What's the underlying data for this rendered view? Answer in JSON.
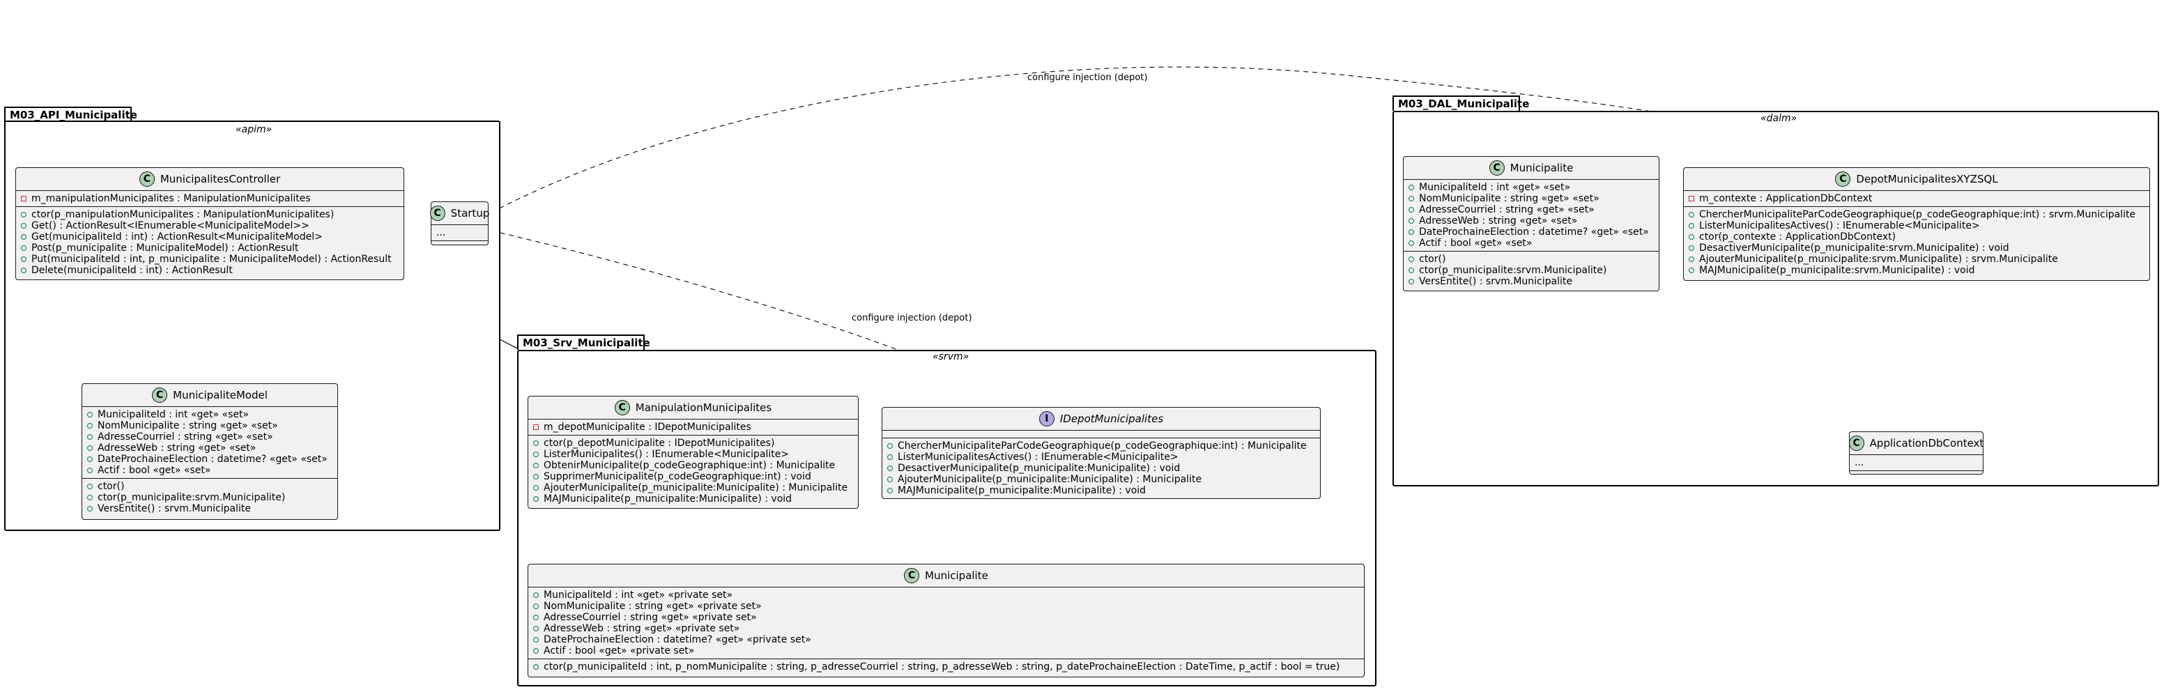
{
  "packages": {
    "api": {
      "name": "M03_API_Municipalite",
      "stereotype": "«apim»"
    },
    "srv": {
      "name": "M03_Srv_Municipalite",
      "stereotype": "«srvm»"
    },
    "dal": {
      "name": "M03_DAL_Municipalite",
      "stereotype": "«dalm»"
    }
  },
  "classes": {
    "municipalites_controller": {
      "name": "MunicipalitesController",
      "kind": "C",
      "fields": [
        {
          "vis": "private",
          "text": "m_manipulationMunicipalites : ManipulationMunicipalites"
        }
      ],
      "methods": [
        {
          "vis": "public",
          "text": "ctor(p_manipulationMunicipalites : ManipulationMunicipalites)"
        },
        {
          "vis": "public",
          "text": "Get() : ActionResult<IEnumerable<MunicipaliteModel>>"
        },
        {
          "vis": "public",
          "text": "Get(municipaliteId : int) : ActionResult<MunicipaliteModel>"
        },
        {
          "vis": "public",
          "text": "Post(p_municipalite : MunicipaliteModel) : ActionResult"
        },
        {
          "vis": "public",
          "text": "Put(municipaliteId : int, p_municipalite : MunicipaliteModel) : ActionResult"
        },
        {
          "vis": "public",
          "text": "Delete(municipaliteId : int) : ActionResult"
        }
      ]
    },
    "startup": {
      "name": "Startup",
      "kind": "C",
      "fields": [
        {
          "vis": "none",
          "text": "..."
        }
      ],
      "methods": []
    },
    "municipalite_model": {
      "name": "MunicipaliteModel",
      "kind": "C",
      "fields": [
        {
          "vis": "public",
          "text": "MunicipaliteId : int «get» «set»"
        },
        {
          "vis": "public",
          "text": "NomMunicipalite : string «get» «set»"
        },
        {
          "vis": "public",
          "text": "AdresseCourriel : string «get» «set»"
        },
        {
          "vis": "public",
          "text": "AdresseWeb : string «get» «set»"
        },
        {
          "vis": "public",
          "text": "DateProchaineElection : datetime? «get» «set»"
        },
        {
          "vis": "public",
          "text": "Actif : bool «get» «set»"
        }
      ],
      "methods": [
        {
          "vis": "public",
          "text": "ctor()"
        },
        {
          "vis": "public",
          "text": "ctor(p_municipalite:srvm.Municipalite)"
        },
        {
          "vis": "public",
          "text": "VersEntite() : srvm.Municipalite"
        }
      ]
    },
    "manipulation_municipalites": {
      "name": "ManipulationMunicipalites",
      "kind": "C",
      "fields": [
        {
          "vis": "private",
          "text": "m_depotMunicipalite : IDepotMunicipalites"
        }
      ],
      "methods": [
        {
          "vis": "public",
          "text": "ctor(p_depotMunicipalite : IDepotMunicipalites)"
        },
        {
          "vis": "public",
          "text": "ListerMunicipalites() : IEnumerable<Municipalite>"
        },
        {
          "vis": "public",
          "text": "ObtenirMunicipalite(p_codeGeographique:int) : Municipalite"
        },
        {
          "vis": "public",
          "text": "SupprimerMunicipalite(p_codeGeographique:int) : void"
        },
        {
          "vis": "public",
          "text": "AjouterMunicipalite(p_municipalite:Municipalite) : Municipalite"
        },
        {
          "vis": "public",
          "text": "MAJMunicipalite(p_municipalite:Municipalite) : void"
        }
      ]
    },
    "idepot_municipalites": {
      "name": "IDepotMunicipalites",
      "kind": "I",
      "fields": [],
      "methods": [
        {
          "vis": "public",
          "text": "ChercherMunicipaliteParCodeGeographique(p_codeGeographique:int) : Municipalite"
        },
        {
          "vis": "public",
          "text": "ListerMunicipalitesActives() : IEnumerable<Municipalite>"
        },
        {
          "vis": "public",
          "text": "DesactiverMunicipalite(p_municipalite:Municipalite) : void"
        },
        {
          "vis": "public",
          "text": "AjouterMunicipalite(p_municipalite:Municipalite) : Municipalite"
        },
        {
          "vis": "public",
          "text": "MAJMunicipalite(p_municipalite:Municipalite) : void"
        }
      ]
    },
    "srv_municipalite": {
      "name": "Municipalite",
      "kind": "C",
      "fields": [
        {
          "vis": "public",
          "text": "MunicipaliteId : int «get» «private set»"
        },
        {
          "vis": "public",
          "text": "NomMunicipalite : string «get» «private set»"
        },
        {
          "vis": "public",
          "text": "AdresseCourriel : string «get» «private set»"
        },
        {
          "vis": "public",
          "text": "AdresseWeb : string «get» «private set»"
        },
        {
          "vis": "public",
          "text": "DateProchaineElection : datetime? «get» «private set»"
        },
        {
          "vis": "public",
          "text": "Actif : bool «get» «private set»"
        }
      ],
      "methods": [
        {
          "vis": "public",
          "text": "ctor(p_municipaliteId : int, p_nomMunicipalite : string, p_adresseCourriel : string, p_adresseWeb : string, p_dateProchaineElection : DateTime, p_actif : bool = true)"
        }
      ]
    },
    "dal_municipalite": {
      "name": "Municipalite",
      "kind": "C",
      "fields": [
        {
          "vis": "public",
          "text": "MunicipaliteId : int «get» «set»"
        },
        {
          "vis": "public",
          "text": "NomMunicipalite : string «get» «set»"
        },
        {
          "vis": "public",
          "text": "AdresseCourriel : string «get» «set»"
        },
        {
          "vis": "public",
          "text": "AdresseWeb : string «get» «set»"
        },
        {
          "vis": "public",
          "text": "DateProchaineElection : datetime? «get» «set»"
        },
        {
          "vis": "public",
          "text": "Actif : bool «get» «set»"
        }
      ],
      "methods": [
        {
          "vis": "public",
          "text": "ctor()"
        },
        {
          "vis": "public",
          "text": "ctor(p_municipalite:srvm.Municipalite)"
        },
        {
          "vis": "public",
          "text": "VersEntite() : srvm.Municipalite"
        }
      ]
    },
    "depot_municipalites_xyzsql": {
      "name": "DepotMunicipalitesXYZSQL",
      "kind": "C",
      "fields": [
        {
          "vis": "private",
          "text": "m_contexte : ApplicationDbContext"
        }
      ],
      "methods": [
        {
          "vis": "public",
          "text": "ChercherMunicipaliteParCodeGeographique(p_codeGeographique:int) : srvm.Municipalite"
        },
        {
          "vis": "public",
          "text": "ListerMunicipalitesActives() : IEnumerable<Municipalite>"
        },
        {
          "vis": "public",
          "text": "ctor(p_contexte : ApplicationDbContext)"
        },
        {
          "vis": "public",
          "text": "DesactiverMunicipalite(p_municipalite:srvm.Municipalite) : void"
        },
        {
          "vis": "public",
          "text": "AjouterMunicipalite(p_municipalite:srvm.Municipalite) : srvm.Municipalite"
        },
        {
          "vis": "public",
          "text": "MAJMunicipalite(p_municipalite:srvm.Municipalite) : void"
        }
      ]
    },
    "application_db_context": {
      "name": "ApplicationDbContext",
      "kind": "C",
      "fields": [
        {
          "vis": "none",
          "text": "..."
        }
      ],
      "methods": []
    }
  },
  "edges": {
    "configure_depot_dal": "configure injection (depot)",
    "configure_depot_srv": "configure injection (depot)"
  }
}
